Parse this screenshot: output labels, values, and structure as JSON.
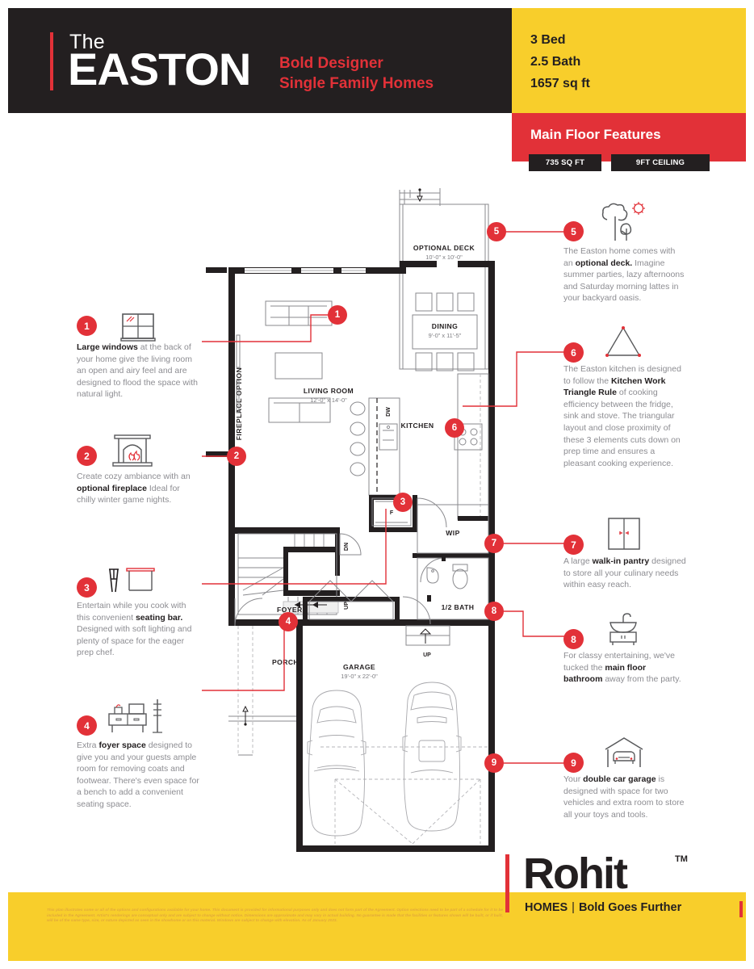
{
  "colors": {
    "red": "#e23138",
    "yellow": "#f8ce2b",
    "black": "#231f20",
    "grey_text": "#8d8d92"
  },
  "header": {
    "the": "The",
    "model_name": "EASTON",
    "tagline_line1": "Bold Designer",
    "tagline_line2": "Single Family Homes",
    "specs": [
      "3 Bed",
      "2.5 Bath",
      "1657 sq ft"
    ],
    "features_title": "Main Floor Features",
    "badges": [
      "735 SQ FT",
      "9FT CEILING"
    ]
  },
  "callouts": [
    {
      "num": "1",
      "icon": "window-icon",
      "html": "<b>Large windows</b> at the back of your home give the living room an open and airy feel and are designed to flood the space with natural light."
    },
    {
      "num": "2",
      "icon": "fireplace-icon",
      "html": "Create cozy ambiance with an <b>optional fireplace</b> Ideal for chilly winter game nights."
    },
    {
      "num": "3",
      "icon": "seating-bar-icon",
      "html": "Entertain while you cook with this convenient <b>seating bar.</b> Designed with soft lighting and plenty of space for the eager prep chef."
    },
    {
      "num": "4",
      "icon": "foyer-bench-icon",
      "html": "Extra <b>foyer space</b> designed to give you and your guests ample room for removing coats and footwear. There's even space for a bench to add a convenient seating space."
    },
    {
      "num": "5",
      "icon": "tree-sun-icon",
      "html": "The Easton home comes with an <b>optional deck.</b> Imagine summer parties, lazy afternoons and Saturday morning lattes in your backyard oasis."
    },
    {
      "num": "6",
      "icon": "work-triangle-icon",
      "html": "The Easton kitchen is designed to follow the <b>Kitchen Work Triangle Rule</b> of cooking efficiency between the fridge, sink and stove. The triangular layout and close proximity of these 3 elements cuts down on prep time and ensures a pleasant cooking experience."
    },
    {
      "num": "7",
      "icon": "pantry-cabinet-icon",
      "html": "A large <b>walk-in pantry</b> designed to store all your culinary needs within easy reach."
    },
    {
      "num": "8",
      "icon": "vanity-sink-icon",
      "html": "For classy entertaining, we've tucked the <b>main floor bathroom</b> away from the party."
    },
    {
      "num": "9",
      "icon": "garage-car-icon",
      "html": "Your <b>double car garage</b> is designed with space for two vehicles and extra room to store all your toys and tools."
    }
  ],
  "plan": {
    "markers": [
      "1",
      "2",
      "3",
      "4",
      "5",
      "6",
      "7",
      "8",
      "9"
    ],
    "rooms": [
      {
        "name": "OPTIONAL DECK",
        "dim": "10'-0\" x 10'-0\""
      },
      {
        "name": "LIVING ROOM",
        "dim": "12'-0\" x 14'-0\""
      },
      {
        "name": "DINING",
        "dim": "9'-0\" x 11'-5\""
      },
      {
        "name": "KITCHEN",
        "dim": ""
      },
      {
        "name": "WIP",
        "dim": ""
      },
      {
        "name": "1/2 BATH",
        "dim": ""
      },
      {
        "name": "FOYER",
        "dim": ""
      },
      {
        "name": "PORCH",
        "dim": ""
      },
      {
        "name": "GARAGE",
        "dim": "19'-0\" x 22'-0\""
      }
    ],
    "labels": {
      "deck": "OPTIONAL DECK",
      "deck_dim": "10'-0\" x 10'-0\"",
      "living": "LIVING ROOM",
      "living_dim": "12'-0\" x 14'-0\"",
      "dining": "DINING",
      "dining_dim": "9'-0\" x 11'-5\"",
      "kitchen": "KITCHEN",
      "wip": "WIP",
      "half_bath": "1/2 BATH",
      "foyer": "FOYER",
      "porch": "PORCH",
      "garage": "GARAGE",
      "garage_dim": "19'-0\" x 22'-0\"",
      "fireplace_option": "FIREPLACE OPTION",
      "dishwasher": "DW",
      "fridge": "F",
      "stair_down": "DN",
      "stair_up": "UP",
      "garage_stair_up": "UP"
    }
  },
  "footer": {
    "brand": "Rohit",
    "tm": "TM",
    "homes": "HOMES",
    "separator": "|",
    "tagline": "Bold Goes Further",
    "disclaimer": "This plan illustrates some or all of the options and configurations available for your home. This document is provided for informational purposes only and does not form part of the Agreement. Option selections need to be part of a schedule for it to be included in the Agreement. Artist's renderings are conceptual only and are subject to change without notice. Dimensions are approximate and may vary in actual building. No guarantee is made that the facilities or features shown will be built, or if built, will be of the same type, size, or nature depicted as seen in the showhome or on this material. Windows are subject to change with elevation. As of January 2023."
  }
}
